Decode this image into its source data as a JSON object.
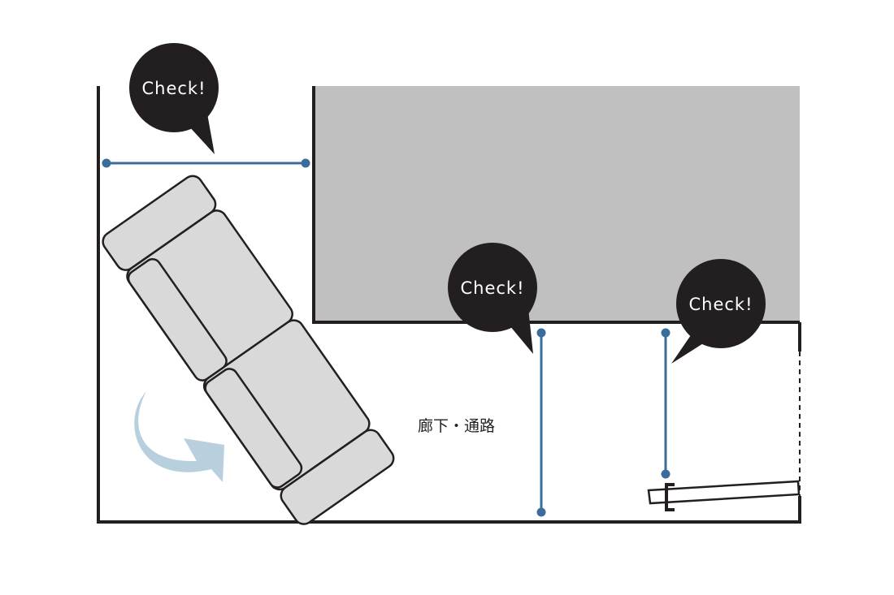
{
  "diagram": {
    "callouts": [
      {
        "id": "corridor-entrance-width",
        "text": "Check!"
      },
      {
        "id": "corridor-width",
        "text": "Check!"
      },
      {
        "id": "door-opening-width",
        "text": "Check!"
      }
    ],
    "area_label": "廊下・通路",
    "colors": {
      "wall": "#231f20",
      "room_fill": "#c0c0c0",
      "measure_line": "#3a6d9a",
      "bubble": "#231f20",
      "sofa_fill": "#d9d9d9",
      "arrow": "#b8d0de"
    }
  }
}
